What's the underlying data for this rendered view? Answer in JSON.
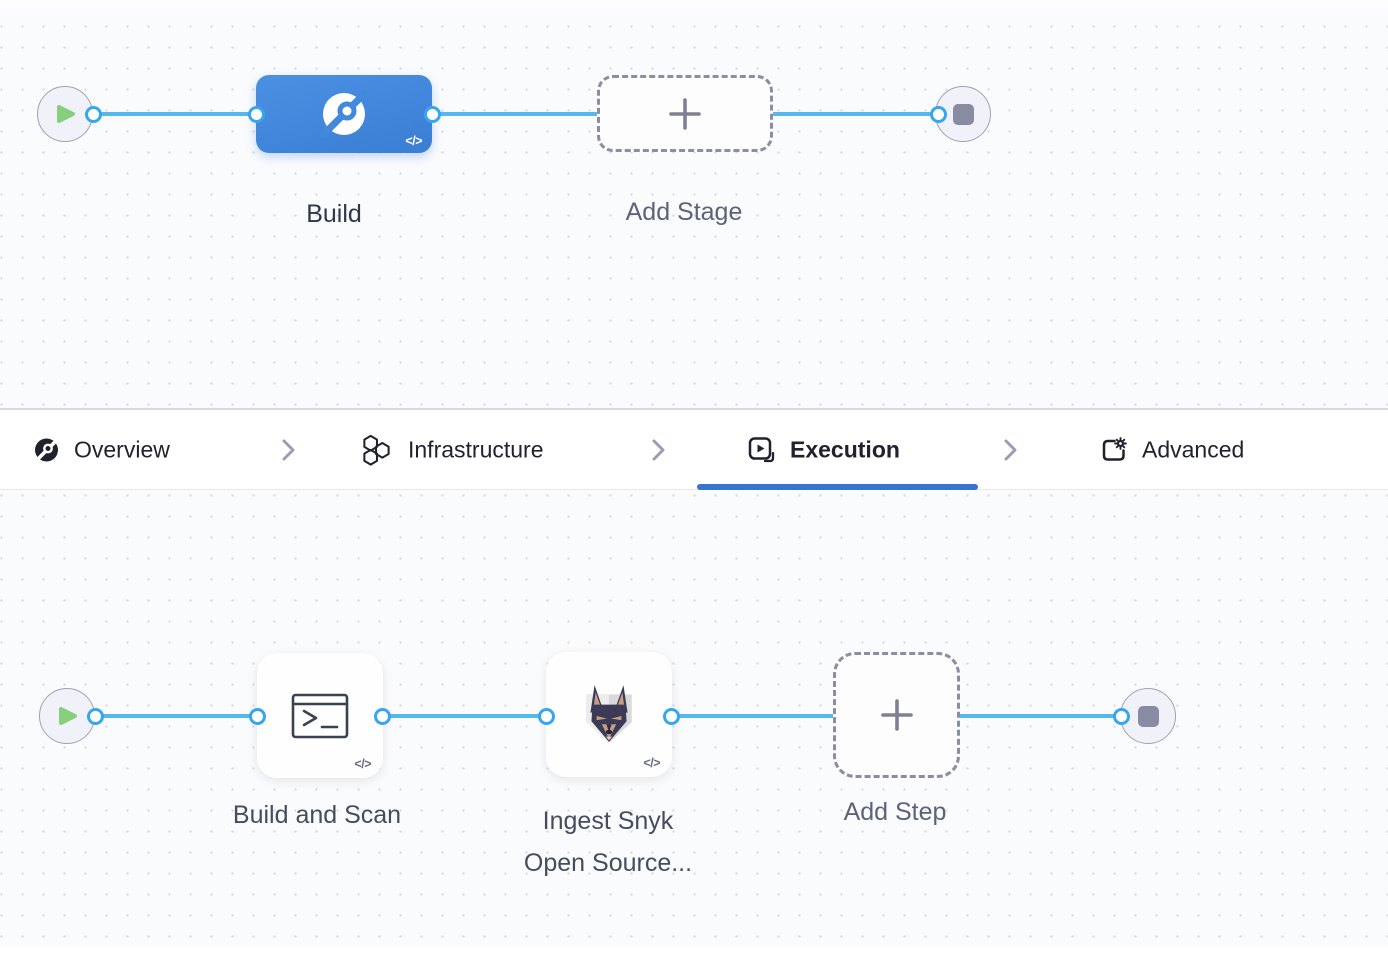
{
  "colors": {
    "accent_blue": "#4289DC",
    "connector": "#57B8EB",
    "connector_dot_ring": "#36A6EF",
    "active_tab_underline": "#3674CD",
    "node_border": "#9FA0B7",
    "node_fill": "#F1F2F9",
    "play_green": "#85CF7D",
    "stop_square_gray": "#898BA3",
    "dashed_border": "#8B8DA4",
    "canvas_background": "#FAFBFD",
    "canvas_dot": "#D9DBE5"
  },
  "stage_graph": {
    "start_icon": "play-icon",
    "end_icon": "stop-icon",
    "stages": [
      {
        "label": "Build",
        "icon": "ci-build-icon",
        "badge": "</>"
      },
      {
        "label": "Add Stage",
        "icon": "plus-icon"
      }
    ]
  },
  "tab_bar": {
    "separator_icon": "chevron-right-icon",
    "items": [
      {
        "label": "Overview",
        "icon": "ci-overview-icon",
        "active": false
      },
      {
        "label": "Infrastructure",
        "icon": "hexagons-icon",
        "active": false
      },
      {
        "label": "Execution",
        "icon": "play-square-icon",
        "active": true
      },
      {
        "label": "Advanced",
        "icon": "box-gear-icon",
        "active": false
      }
    ]
  },
  "step_graph": {
    "start_icon": "play-icon",
    "end_icon": "stop-icon",
    "steps": [
      {
        "label": "Build and Scan",
        "icon": "terminal-icon",
        "badge": "</>"
      },
      {
        "label_line1": "Ingest Snyk",
        "label_line2": "Open Source...",
        "icon": "snyk-dog-icon",
        "badge": "</>"
      },
      {
        "label": "Add Step",
        "icon": "plus-icon"
      }
    ]
  }
}
